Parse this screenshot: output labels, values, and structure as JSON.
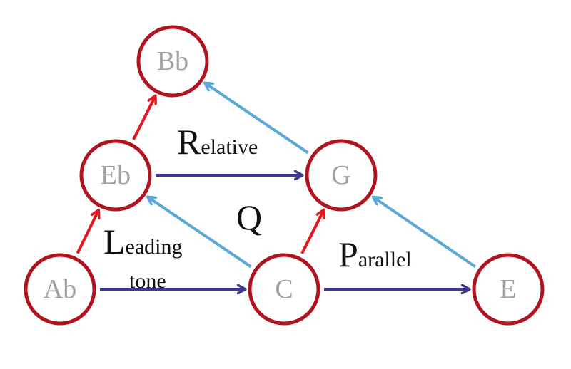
{
  "colors": {
    "node_stroke": "#b0141e",
    "node_label": "#a0a0a0",
    "arrow_red": "#e8141e",
    "arrow_navy": "#3a3a90",
    "arrow_lightblue": "#5aa8d8",
    "text": "#111111"
  },
  "nodes": [
    {
      "id": "Bb",
      "label": "Bb"
    },
    {
      "id": "Eb",
      "label": "Eb"
    },
    {
      "id": "G",
      "label": "G"
    },
    {
      "id": "Ab",
      "label": "Ab"
    },
    {
      "id": "C",
      "label": "C"
    },
    {
      "id": "E",
      "label": "E"
    }
  ],
  "edges": [
    {
      "from": "Ab",
      "to": "Eb",
      "color": "arrow_red"
    },
    {
      "from": "Eb",
      "to": "Bb",
      "color": "arrow_red"
    },
    {
      "from": "C",
      "to": "G",
      "color": "arrow_red"
    },
    {
      "from": "Eb",
      "to": "G",
      "color": "arrow_navy"
    },
    {
      "from": "Ab",
      "to": "C",
      "color": "arrow_navy"
    },
    {
      "from": "C",
      "to": "E",
      "color": "arrow_navy"
    },
    {
      "from": "G",
      "to": "Bb",
      "color": "arrow_lightblue"
    },
    {
      "from": "C",
      "to": "Eb",
      "color": "arrow_lightblue"
    },
    {
      "from": "E",
      "to": "G",
      "color": "arrow_lightblue"
    }
  ],
  "labels": {
    "relative_initial": "R",
    "relative_rest": "elative",
    "q": "Q",
    "leading_initial": "L",
    "leading_rest": "eading",
    "tone": "tone",
    "parallel_initial": "P",
    "parallel_rest": "arallel"
  }
}
